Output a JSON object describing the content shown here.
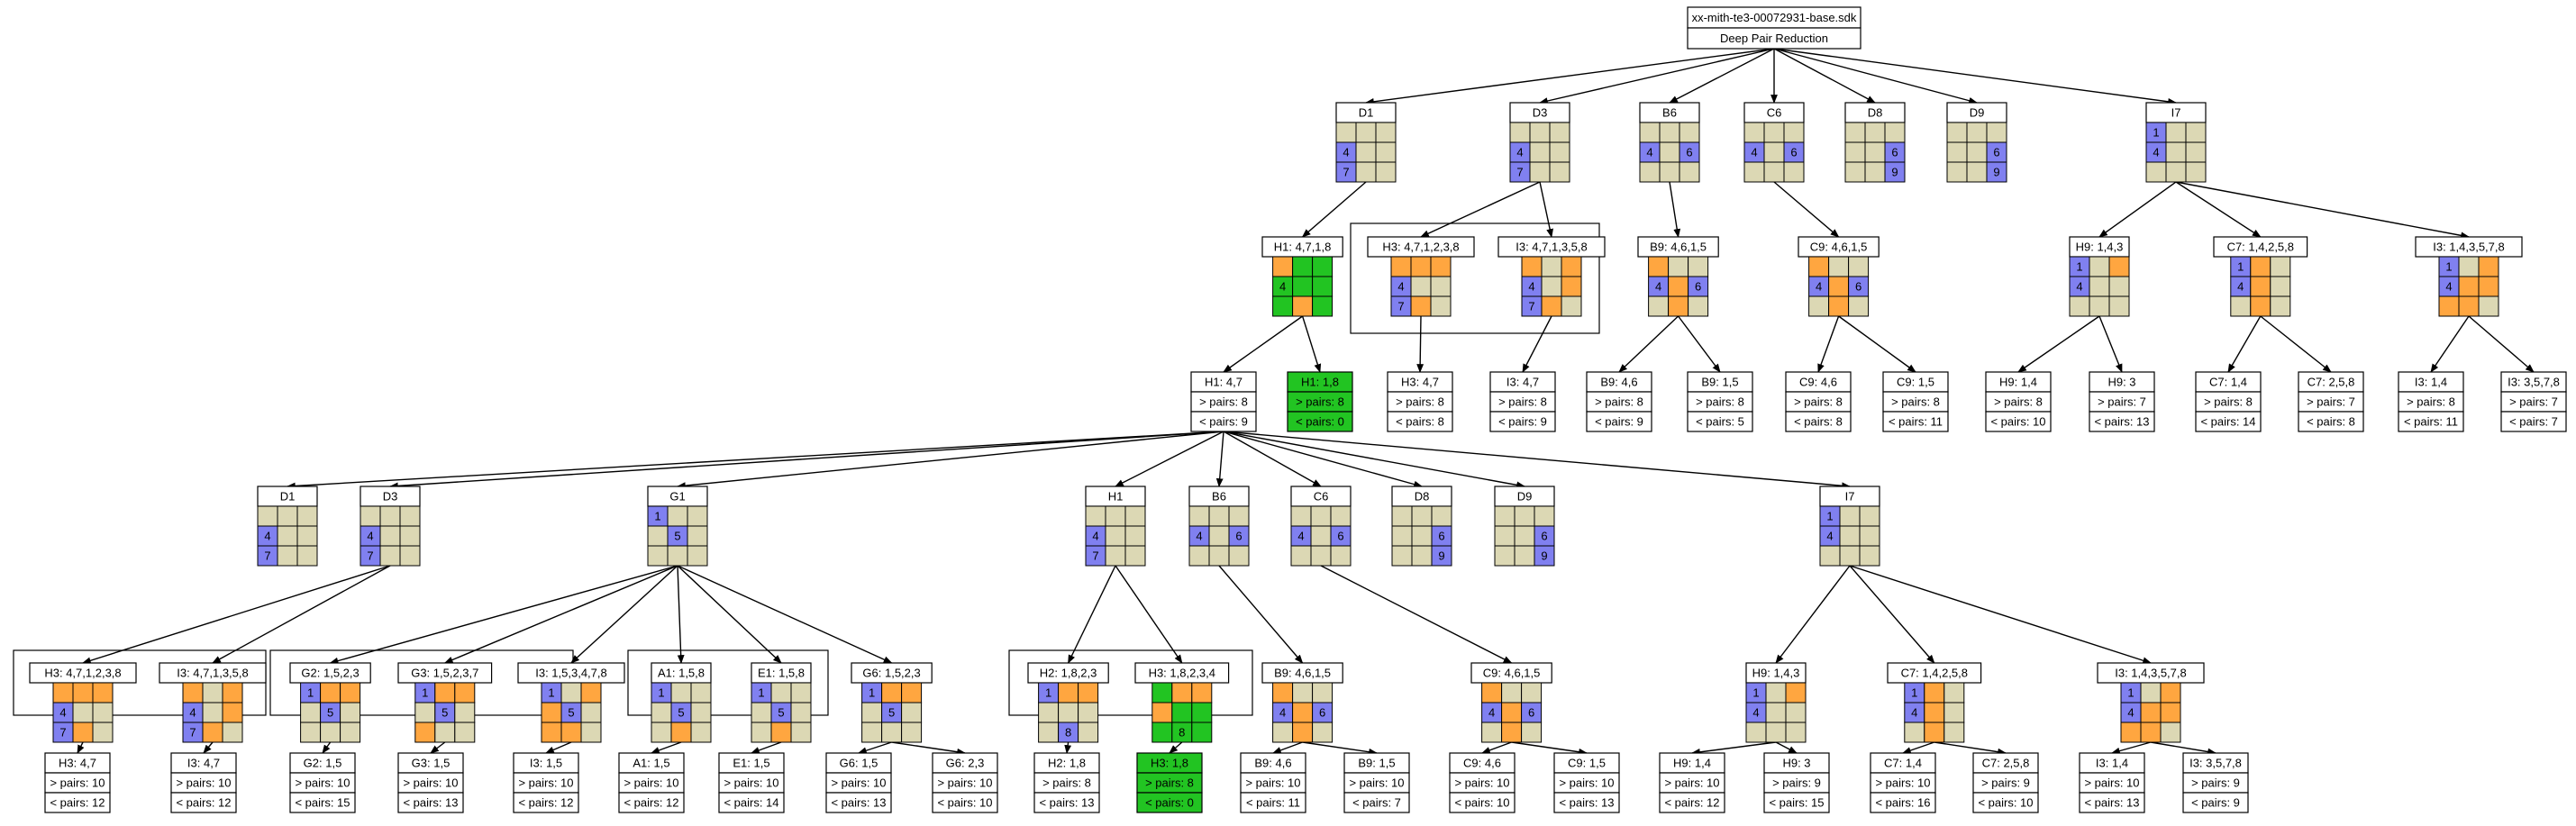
{
  "colors": {
    "empty": "#dcd8b4",
    "key": "#8080f0",
    "pair": "#ffa640",
    "found": "#22c422",
    "box": "#ffffff",
    "line": "#000000"
  },
  "root": {
    "title": "xx-mith-te3-00072931-base.sdk",
    "subtitle": "Deep Pair Reduction"
  },
  "grids": {
    "D1": {
      "label": "D1",
      "cells": [
        "e",
        "e",
        "e",
        "k:4",
        "e",
        "e",
        "k:7",
        "e",
        "e"
      ]
    },
    "D3": {
      "label": "D3",
      "cells": [
        "e",
        "e",
        "e",
        "k:4",
        "e",
        "e",
        "k:7",
        "e",
        "e"
      ]
    },
    "B6": {
      "label": "B6",
      "cells": [
        "e",
        "e",
        "e",
        "k:4",
        "e",
        "k:6",
        "e",
        "e",
        "e"
      ]
    },
    "C6": {
      "label": "C6",
      "cells": [
        "e",
        "e",
        "e",
        "k:4",
        "e",
        "k:6",
        "e",
        "e",
        "e"
      ]
    },
    "D8": {
      "label": "D8",
      "cells": [
        "e",
        "e",
        "e",
        "e",
        "e",
        "k:6",
        "e",
        "e",
        "k:9"
      ]
    },
    "D9": {
      "label": "D9",
      "cells": [
        "e",
        "e",
        "e",
        "e",
        "e",
        "k:6",
        "e",
        "e",
        "k:9"
      ]
    },
    "I7": {
      "label": "I7",
      "cells": [
        "k:1",
        "e",
        "e",
        "k:4",
        "e",
        "e",
        "e",
        "e",
        "e"
      ]
    },
    "H1_47_18": {
      "label": "H1: 4,7,1,8",
      "cells": [
        "o",
        "g",
        "g",
        "g:4",
        "g",
        "g",
        "g",
        "o",
        "g"
      ]
    },
    "H3_4712358_a": {
      "label": "H3: 4,7,1,2,3,8",
      "cells": [
        "o",
        "o",
        "o",
        "k:4",
        "e",
        "e",
        "k:7",
        "o",
        "e"
      ]
    },
    "I3_4713458_a": {
      "label": "I3: 4,7,1,3,5,8",
      "cells": [
        "o",
        "e",
        "o",
        "k:4",
        "e",
        "o",
        "k:7",
        "o",
        "e"
      ]
    },
    "B9_4615_a": {
      "label": "B9: 4,6,1,5",
      "cells": [
        "o",
        "e",
        "e",
        "k:4",
        "o",
        "k:6",
        "e",
        "o",
        "e"
      ]
    },
    "C9_4615_a": {
      "label": "C9: 4,6,1,5",
      "cells": [
        "o",
        "e",
        "e",
        "k:4",
        "o",
        "k:6",
        "e",
        "o",
        "e"
      ]
    },
    "H9_143_a": {
      "label": "H9: 1,4,3",
      "cells": [
        "k:1",
        "e",
        "o",
        "k:4",
        "e",
        "e",
        "e",
        "e",
        "e"
      ]
    },
    "C7_14258_a": {
      "label": "C7: 1,4,2,5,8",
      "cells": [
        "k:1",
        "o",
        "e",
        "k:4",
        "o",
        "e",
        "e",
        "o",
        "e"
      ]
    },
    "I3_1435_78_a": {
      "label": "I3: 1,4,3,5,7,8",
      "cells": [
        "k:1",
        "e",
        "o",
        "k:4",
        "o",
        "o",
        "o",
        "o",
        "e"
      ]
    },
    "D1_b": {
      "label": "D1",
      "cells": [
        "e",
        "e",
        "e",
        "k:4",
        "e",
        "e",
        "k:7",
        "e",
        "e"
      ]
    },
    "D3_b": {
      "label": "D3",
      "cells": [
        "e",
        "e",
        "e",
        "k:4",
        "e",
        "e",
        "k:7",
        "e",
        "e"
      ]
    },
    "G1": {
      "label": "G1",
      "cells": [
        "k:1",
        "e",
        "e",
        "e",
        "k:5",
        "e",
        "e",
        "e",
        "e"
      ]
    },
    "H1": {
      "label": "H1",
      "cells": [
        "e",
        "e",
        "e",
        "k:4",
        "e",
        "e",
        "k:7",
        "e",
        "e"
      ]
    },
    "B6_b": {
      "label": "B6",
      "cells": [
        "e",
        "e",
        "e",
        "k:4",
        "e",
        "k:6",
        "e",
        "e",
        "e"
      ]
    },
    "C6_b": {
      "label": "C6",
      "cells": [
        "e",
        "e",
        "e",
        "k:4",
        "e",
        "k:6",
        "e",
        "e",
        "e"
      ]
    },
    "D8_b": {
      "label": "D8",
      "cells": [
        "e",
        "e",
        "e",
        "e",
        "e",
        "k:6",
        "e",
        "e",
        "k:9"
      ]
    },
    "D9_b": {
      "label": "D9",
      "cells": [
        "e",
        "e",
        "e",
        "e",
        "e",
        "k:6",
        "e",
        "e",
        "k:9"
      ]
    },
    "I7_b": {
      "label": "I7",
      "cells": [
        "k:1",
        "e",
        "e",
        "k:4",
        "e",
        "e",
        "e",
        "e",
        "e"
      ]
    },
    "H3_4712358_b": {
      "label": "H3: 4,7,1,2,3,8",
      "cells": [
        "o",
        "o",
        "o",
        "k:4",
        "e",
        "e",
        "k:7",
        "o",
        "e"
      ]
    },
    "I3_4713458_b": {
      "label": "I3: 4,7,1,3,5,8",
      "cells": [
        "o",
        "e",
        "o",
        "k:4",
        "e",
        "o",
        "k:7",
        "o",
        "e"
      ]
    },
    "G2_1523": {
      "label": "G2: 1,5,2,3",
      "cells": [
        "k:1",
        "o",
        "o",
        "e",
        "k:5",
        "e",
        "e",
        "e",
        "e"
      ]
    },
    "G3_15237": {
      "label": "G3: 1,5,2,3,7",
      "cells": [
        "k:1",
        "o",
        "o",
        "e",
        "k:5",
        "e",
        "o",
        "e",
        "e"
      ]
    },
    "I3_153478": {
      "label": "I3: 1,5,3,4,7,8",
      "cells": [
        "k:1",
        "e",
        "o",
        "o",
        "k:5",
        "e",
        "o",
        "o",
        "e"
      ]
    },
    "A1_158": {
      "label": "A1: 1,5,8",
      "cells": [
        "k:1",
        "e",
        "e",
        "e",
        "k:5",
        "e",
        "e",
        "o",
        "e"
      ]
    },
    "E1_158": {
      "label": "E1: 1,5,8",
      "cells": [
        "k:1",
        "e",
        "e",
        "e",
        "k:5",
        "e",
        "e",
        "o",
        "e"
      ]
    },
    "G6_1523": {
      "label": "G6: 1,5,2,3",
      "cells": [
        "k:1",
        "o",
        "o",
        "e",
        "k:5",
        "e",
        "e",
        "e",
        "e"
      ]
    },
    "H2_1823": {
      "label": "H2: 1,8,2,3",
      "cells": [
        "k:1",
        "o",
        "o",
        "e",
        "e",
        "e",
        "e",
        "k:8",
        "e"
      ]
    },
    "H3_18234": {
      "label": "H3: 1,8,2,3,4",
      "cells": [
        "g",
        "o",
        "o",
        "o",
        "g",
        "g",
        "g",
        "g:8",
        "g"
      ]
    },
    "B9_4615_b": {
      "label": "B9: 4,6,1,5",
      "cells": [
        "o",
        "e",
        "e",
        "k:4",
        "o",
        "k:6",
        "e",
        "o",
        "e"
      ]
    },
    "C9_4615_b": {
      "label": "C9: 4,6,1,5",
      "cells": [
        "o",
        "e",
        "e",
        "k:4",
        "o",
        "k:6",
        "e",
        "o",
        "e"
      ]
    },
    "H9_143_b": {
      "label": "H9: 1,4,3",
      "cells": [
        "k:1",
        "e",
        "o",
        "k:4",
        "e",
        "e",
        "e",
        "e",
        "e"
      ]
    },
    "C7_14258_b": {
      "label": "C7: 1,4,2,5,8",
      "cells": [
        "k:1",
        "o",
        "e",
        "k:4",
        "o",
        "e",
        "e",
        "o",
        "e"
      ]
    },
    "I3_1435_78_b": {
      "label": "I3: 1,4,3,5,7,8",
      "cells": [
        "k:1",
        "e",
        "o",
        "k:4",
        "o",
        "o",
        "o",
        "o",
        "e"
      ]
    }
  },
  "results": {
    "r_H1_18_a": {
      "label": "H1: 1,8",
      "more": "> pairs: 8",
      "less": "< pairs: 0",
      "found": true
    },
    "r_H3_47_a": {
      "label": "H3: 4,7",
      "more": "> pairs: 8",
      "less": "< pairs: 8"
    },
    "r_I3_47_a": {
      "label": "I3: 4,7",
      "more": "> pairs: 8",
      "less": "< pairs: 9"
    },
    "r_B9_46_a": {
      "label": "B9: 4,6",
      "more": "> pairs: 8",
      "less": "< pairs: 9"
    },
    "r_B9_15_a": {
      "label": "B9: 1,5",
      "more": "> pairs: 8",
      "less": "< pairs: 5"
    },
    "r_C9_46_a": {
      "label": "C9: 4,6",
      "more": "> pairs: 8",
      "less": "< pairs: 8"
    },
    "r_C9_15_a": {
      "label": "C9: 1,5",
      "more": "> pairs: 8",
      "less": "< pairs: 11"
    },
    "r_H9_14_a": {
      "label": "H9: 1,4",
      "more": "> pairs: 8",
      "less": "< pairs: 10"
    },
    "r_H9_3_a": {
      "label": "H9: 3",
      "more": "> pairs: 7",
      "less": "< pairs: 13"
    },
    "r_C7_14_a": {
      "label": "C7: 1,4",
      "more": "> pairs: 8",
      "less": "< pairs: 14"
    },
    "r_C7_258_a": {
      "label": "C7: 2,5,8",
      "more": "> pairs: 7",
      "less": "< pairs: 8"
    },
    "r_I3_14_a": {
      "label": "I3: 1,4",
      "more": "> pairs: 8",
      "less": "< pairs: 11"
    },
    "r_I3_3578_a": {
      "label": "I3: 3,5,7,8",
      "more": "> pairs: 7",
      "less": "< pairs: 7"
    },
    "r_H1_47": {
      "label": "H1: 4,7",
      "more": "> pairs: 8",
      "less": "< pairs: 9"
    },
    "r_H3_47_b": {
      "label": "H3: 4,7",
      "more": "> pairs: 10",
      "less": "< pairs: 12"
    },
    "r_I3_47_b": {
      "label": "I3: 4,7",
      "more": "> pairs: 10",
      "less": "< pairs: 12"
    },
    "r_G2_15": {
      "label": "G2: 1,5",
      "more": "> pairs: 10",
      "less": "< pairs: 15"
    },
    "r_G3_15": {
      "label": "G3: 1,5",
      "more": "> pairs: 10",
      "less": "< pairs: 13"
    },
    "r_I3_15": {
      "label": "I3: 1,5",
      "more": "> pairs: 10",
      "less": "< pairs: 12"
    },
    "r_A1_15": {
      "label": "A1: 1,5",
      "more": "> pairs: 10",
      "less": "< pairs: 12"
    },
    "r_E1_15": {
      "label": "E1: 1,5",
      "more": "> pairs: 10",
      "less": "< pairs: 14"
    },
    "r_G6_15": {
      "label": "G6: 1,5",
      "more": "> pairs: 10",
      "less": "< pairs: 13"
    },
    "r_G6_23": {
      "label": "G6: 2,3",
      "more": "> pairs: 10",
      "less": "< pairs: 10"
    },
    "r_H2_18": {
      "label": "H2: 1,8",
      "more": "> pairs: 8",
      "less": "< pairs: 13"
    },
    "r_H3_18": {
      "label": "H3: 1,8",
      "more": "> pairs: 8",
      "less": "< pairs: 0",
      "found": true
    },
    "r_B9_46_b": {
      "label": "B9: 4,6",
      "more": "> pairs: 10",
      "less": "< pairs: 11"
    },
    "r_B9_15_b": {
      "label": "B9: 1,5",
      "more": "> pairs: 10",
      "less": "< pairs: 7"
    },
    "r_C9_46_b": {
      "label": "C9: 4,6",
      "more": "> pairs: 10",
      "less": "< pairs: 10"
    },
    "r_C9_15_b": {
      "label": "C9: 1,5",
      "more": "> pairs: 10",
      "less": "< pairs: 13"
    },
    "r_H9_14_b": {
      "label": "H9: 1,4",
      "more": "> pairs: 10",
      "less": "< pairs: 12"
    },
    "r_H9_3_b": {
      "label": "H9: 3",
      "more": "> pairs: 9",
      "less": "< pairs: 15"
    },
    "r_C7_14_b": {
      "label": "C7: 1,4",
      "more": "> pairs: 10",
      "less": "< pairs: 16"
    },
    "r_C7_258_b": {
      "label": "C7: 2,5,8",
      "more": "> pairs: 9",
      "less": "< pairs: 10"
    },
    "r_I3_14_b": {
      "label": "I3: 1,4",
      "more": "> pairs: 10",
      "less": "< pairs: 13"
    },
    "r_I3_3578_b": {
      "label": "I3: 3,5,7,8",
      "more": "> pairs: 9",
      "less": "< pairs: 9"
    }
  },
  "edges": [
    [
      "root",
      "D1"
    ],
    [
      "root",
      "D3"
    ],
    [
      "root",
      "B6"
    ],
    [
      "root",
      "C6"
    ],
    [
      "root",
      "D8"
    ],
    [
      "root",
      "D9"
    ],
    [
      "root",
      "I7"
    ],
    [
      "D1",
      "H1_47_18"
    ],
    [
      "H1_47_18",
      "r_H1_47"
    ],
    [
      "H1_47_18",
      "r_H1_18_a"
    ],
    [
      "D3",
      "H3_4712358_a"
    ],
    [
      "D3",
      "I3_4713458_a"
    ],
    [
      "H3_4712358_a",
      "r_H3_47_a"
    ],
    [
      "I3_4713458_a",
      "r_I3_47_a"
    ],
    [
      "B6",
      "B9_4615_a"
    ],
    [
      "B9_4615_a",
      "r_B9_46_a"
    ],
    [
      "B9_4615_a",
      "r_B9_15_a"
    ],
    [
      "C6",
      "C9_4615_a"
    ],
    [
      "C9_4615_a",
      "r_C9_46_a"
    ],
    [
      "C9_4615_a",
      "r_C9_15_a"
    ],
    [
      "I7",
      "H9_143_a"
    ],
    [
      "I7",
      "C7_14258_a"
    ],
    [
      "I7",
      "I3_1435_78_a"
    ],
    [
      "H9_143_a",
      "r_H9_14_a"
    ],
    [
      "H9_143_a",
      "r_H9_3_a"
    ],
    [
      "C7_14258_a",
      "r_C7_14_a"
    ],
    [
      "C7_14258_a",
      "r_C7_258_a"
    ],
    [
      "I3_1435_78_a",
      "r_I3_14_a"
    ],
    [
      "I3_1435_78_a",
      "r_I3_3578_a"
    ],
    [
      "r_H1_47",
      "D1_b"
    ],
    [
      "r_H1_47",
      "D3_b"
    ],
    [
      "r_H1_47",
      "G1"
    ],
    [
      "r_H1_47",
      "H1"
    ],
    [
      "r_H1_47",
      "B6_b"
    ],
    [
      "r_H1_47",
      "C6_b"
    ],
    [
      "r_H1_47",
      "D8_b"
    ],
    [
      "r_H1_47",
      "D9_b"
    ],
    [
      "r_H1_47",
      "I7_b"
    ],
    [
      "D3_b",
      "H3_4712358_b"
    ],
    [
      "D3_b",
      "I3_4713458_b"
    ],
    [
      "H3_4712358_b",
      "r_H3_47_b"
    ],
    [
      "I3_4713458_b",
      "r_I3_47_b"
    ],
    [
      "G1",
      "G2_1523"
    ],
    [
      "G1",
      "G3_15237"
    ],
    [
      "G1",
      "I3_153478"
    ],
    [
      "G1",
      "A1_158"
    ],
    [
      "G1",
      "E1_158"
    ],
    [
      "G1",
      "G6_1523"
    ],
    [
      "G2_1523",
      "r_G2_15"
    ],
    [
      "G3_15237",
      "r_G3_15"
    ],
    [
      "I3_153478",
      "r_I3_15"
    ],
    [
      "A1_158",
      "r_A1_15"
    ],
    [
      "E1_158",
      "r_E1_15"
    ],
    [
      "G6_1523",
      "r_G6_15"
    ],
    [
      "G6_1523",
      "r_G6_23"
    ],
    [
      "H1",
      "H2_1823"
    ],
    [
      "H1",
      "H3_18234"
    ],
    [
      "H2_1823",
      "r_H2_18"
    ],
    [
      "H3_18234",
      "r_H3_18"
    ],
    [
      "B6_b",
      "B9_4615_b"
    ],
    [
      "B9_4615_b",
      "r_B9_46_b"
    ],
    [
      "B9_4615_b",
      "r_B9_15_b"
    ],
    [
      "C6_b",
      "C9_4615_b"
    ],
    [
      "C9_4615_b",
      "r_C9_46_b"
    ],
    [
      "C9_4615_b",
      "r_C9_15_b"
    ],
    [
      "I7_b",
      "H9_143_b"
    ],
    [
      "I7_b",
      "C7_14258_b"
    ],
    [
      "I7_b",
      "I3_1435_78_b"
    ],
    [
      "H9_143_b",
      "r_H9_14_b"
    ],
    [
      "H9_143_b",
      "r_H9_3_b"
    ],
    [
      "C7_14258_b",
      "r_C7_14_b"
    ],
    [
      "C7_14258_b",
      "r_C7_258_b"
    ],
    [
      "I3_1435_78_b",
      "r_I3_14_b"
    ],
    [
      "I3_1435_78_b",
      "r_I3_3578_b"
    ]
  ]
}
